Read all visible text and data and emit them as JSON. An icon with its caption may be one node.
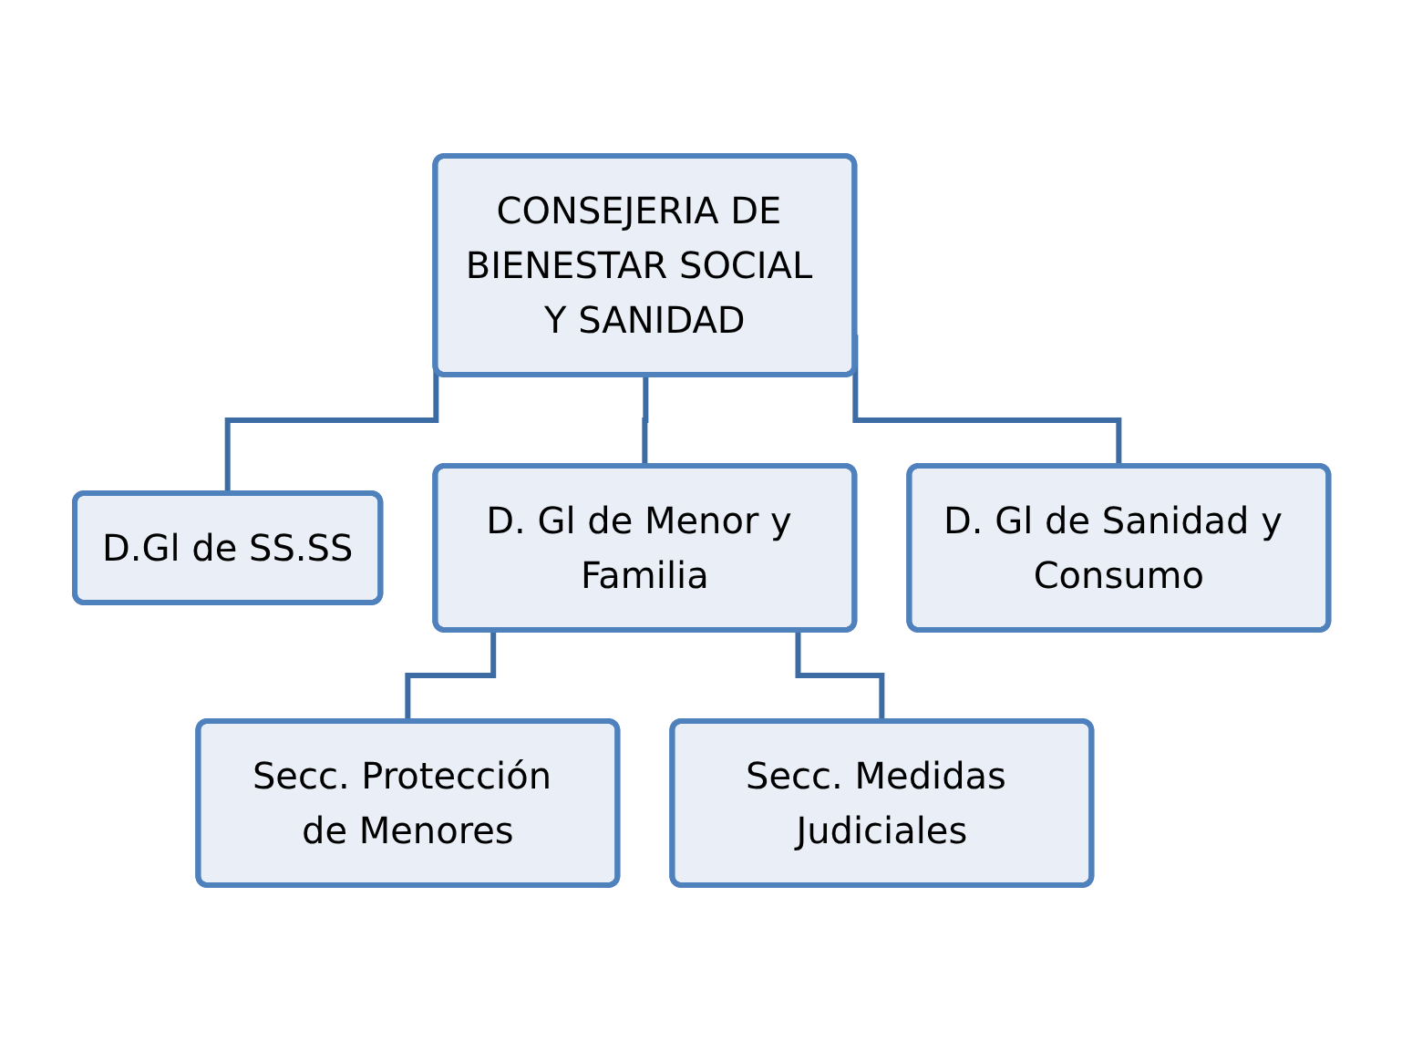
{
  "diagram": {
    "nodes": [
      {
        "text": [
          "CONSEJERIA DE BIENESTAR SOCIAL Y SANIDAD"
        ]
      },
      {
        "text": [
          "D.Gl de SS.SS"
        ]
      },
      {
        "text": [
          "D. Gl de Menor y Familia"
        ]
      },
      {
        "text": [
          "D. Gl de Sanidad y Consumo"
        ]
      },
      {
        "text": [
          "Secc. Protección de Menores"
        ]
      },
      {
        "text": [
          "Secc. Medidas Judiciales"
        ]
      }
    ],
    "edges": [
      {
        "from": 0,
        "to": 1,
        "arrow": "none"
      },
      {
        "from": 0,
        "to": 2,
        "arrow": "none"
      },
      {
        "from": 0,
        "to": 3,
        "arrow": "none"
      },
      {
        "from": 2,
        "to": 4,
        "arrow": "none"
      },
      {
        "from": 2,
        "to": 5,
        "arrow": "none"
      }
    ]
  }
}
